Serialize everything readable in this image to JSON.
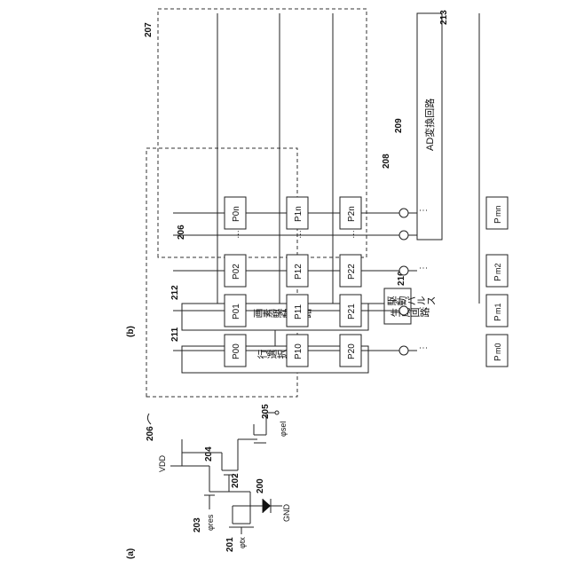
{
  "panels": {
    "a_label": "(a)",
    "b_label": "(b)"
  },
  "pixel_circuit": {
    "ref": "206",
    "vdd": "VDD",
    "gnd": "GND",
    "photodiode_ref": "200",
    "tx_ref": "201",
    "fd_ref": "202",
    "res_ref": "203",
    "sf_ref": "204",
    "sel_ref": "205",
    "tx_signal": "φtx",
    "res_signal": "φres",
    "sel_signal": "φsel"
  },
  "array": {
    "ref": "207",
    "pixel_ref": "206",
    "column_line_ref": "208",
    "current_source_ref": "209",
    "rows": [
      [
        "P00",
        "P01",
        "P02",
        "…",
        "P0n"
      ],
      [
        "P10",
        "P11",
        "P12",
        "…",
        "P1n"
      ],
      [
        "P20",
        "P21",
        "P22",
        "…",
        "P2n"
      ],
      [
        "P",
        "m0",
        "P",
        "m1",
        "P",
        "m2",
        "P",
        "mn"
      ]
    ],
    "vdots": "⋮"
  },
  "blocks": {
    "row_select": {
      "ref": "211",
      "label": "行選択回路"
    },
    "pixel_drive": {
      "ref": "212",
      "label": "画素駆動回路"
    },
    "pulse_gen": {
      "ref": "210",
      "label_line1": "駆動パルス",
      "label_line2": "生成回路"
    },
    "ad_convert": {
      "ref": "213",
      "label": "AD変換回路"
    }
  }
}
